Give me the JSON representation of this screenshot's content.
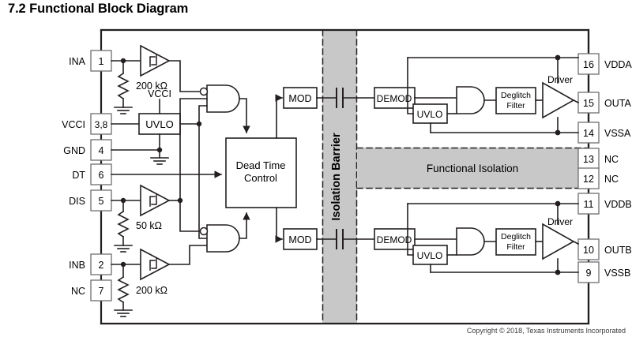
{
  "page": {
    "section_number": "7.2",
    "title": "7.2 Functional Block Diagram",
    "copyright": "Copyright © 2018, Texas Instruments Incorporated",
    "background_color": "#ffffff",
    "line_color": "#231f20",
    "barrier_fill": "#c8c8c8"
  },
  "barrier": {
    "label": "Isolation Barrier",
    "functional_isolation_label": "Functional Isolation"
  },
  "pins_left": [
    {
      "name": "INA",
      "number": "1"
    },
    {
      "name": "VCCI",
      "number": "3,8"
    },
    {
      "name": "GND",
      "number": "4"
    },
    {
      "name": "DT",
      "number": "6"
    },
    {
      "name": "DIS",
      "number": "5"
    },
    {
      "name": "INB",
      "number": "2"
    },
    {
      "name": "NC",
      "number": "7"
    }
  ],
  "pins_right": [
    {
      "name": "VDDA",
      "number": "16"
    },
    {
      "name": "OUTA",
      "number": "15"
    },
    {
      "name": "VSSA",
      "number": "14"
    },
    {
      "name": "NC",
      "number": "13"
    },
    {
      "name": "NC",
      "number": "12"
    },
    {
      "name": "VDDB",
      "number": "11"
    },
    {
      "name": "OUTB",
      "number": "10"
    },
    {
      "name": "VSSB",
      "number": "9"
    }
  ],
  "resistors": [
    {
      "id": "r-ina",
      "value": "200 kΩ"
    },
    {
      "id": "r-dis",
      "value": "50 kΩ"
    },
    {
      "id": "r-inb",
      "value": "200 kΩ"
    }
  ],
  "blocks": {
    "uvlo_primary": "UVLO",
    "uvlo_vcci_supply": "VCCI",
    "dead_time_control_line1": "Dead Time",
    "dead_time_control_line2": "Control",
    "mod_a": "MOD",
    "mod_b": "MOD",
    "demod_a": "DEMOD",
    "demod_b": "DEMOD",
    "uvlo_a": "UVLO",
    "uvlo_b": "UVLO",
    "deglitch_a_line1": "Deglitch",
    "deglitch_a_line2": "Filter",
    "deglitch_b_line1": "Deglitch",
    "deglitch_b_line2": "Filter",
    "driver_a": "Driver",
    "driver_b": "Driver"
  }
}
